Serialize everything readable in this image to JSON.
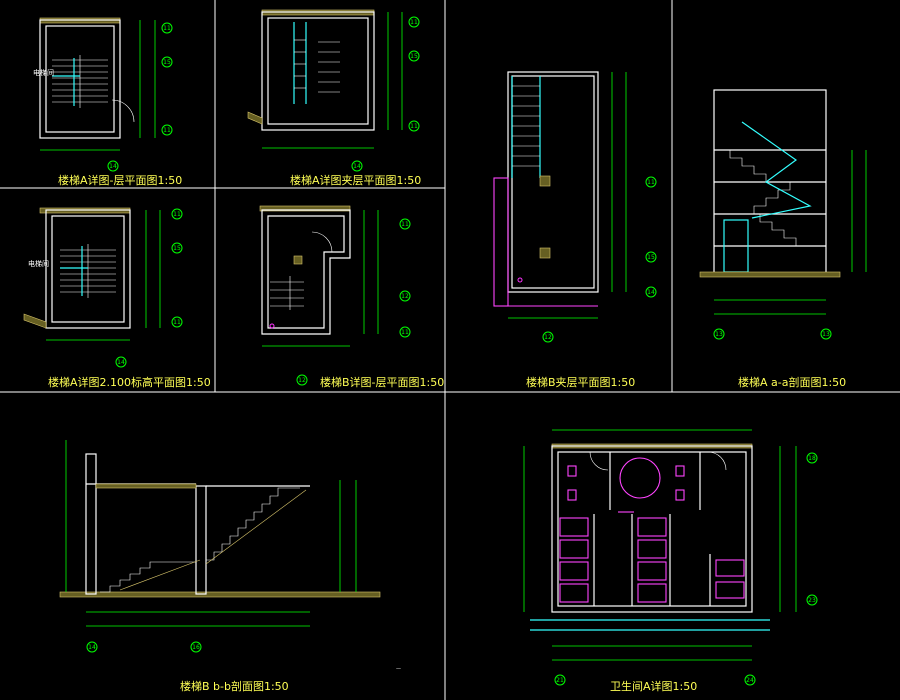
{
  "drawings": [
    {
      "id": "p1",
      "title": "楼梯A详图-层平面图1:50",
      "room_label": "电梯间"
    },
    {
      "id": "p2",
      "title": "楼梯A详图夹层平面图1:50",
      "room_label": ""
    },
    {
      "id": "p3",
      "title": "楼梯B夹层平面图1:50",
      "room_label": ""
    },
    {
      "id": "p4",
      "title": "楼梯A a-a剖面图1:50",
      "room_label": ""
    },
    {
      "id": "p5",
      "title": "楼梯A详图2.100标高平面图1:50",
      "room_label": "电梯间"
    },
    {
      "id": "p6",
      "title": "楼梯B详图-层平面图1:50",
      "room_label": ""
    },
    {
      "id": "p7",
      "title": "楼梯B b-b剖面图1:50",
      "room_label": ""
    },
    {
      "id": "p8",
      "title": "卫生间A详图1:50",
      "room_label": ""
    }
  ],
  "grid_axes": [
    "11",
    "15",
    "14",
    "12",
    "13",
    "16",
    "18",
    "23",
    "24",
    "21"
  ],
  "colors": {
    "background": "#000000",
    "title": "#ffff55",
    "grid": "#00ff00",
    "wall": "#ffffff",
    "stair_highlight": "#33ffff",
    "fixture": "#ff33ff",
    "hatch": "#d6c36a"
  }
}
